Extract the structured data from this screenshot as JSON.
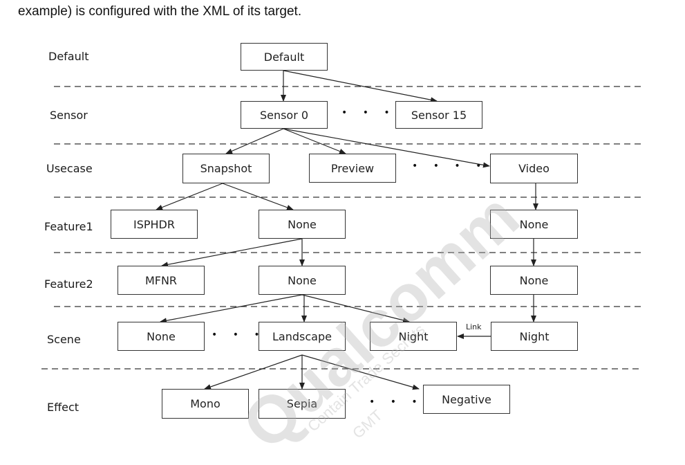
{
  "intro_text": "example) is configured with the XML of its target.",
  "levels": {
    "default": "Default",
    "sensor": "Sensor",
    "usecase": "Usecase",
    "feature1": "Feature1",
    "feature2": "Feature2",
    "scene": "Scene",
    "effect": "Effect"
  },
  "nodes": {
    "default": "Default",
    "sensor0": "Sensor 0",
    "sensor15": "Sensor 15",
    "snapshot": "Snapshot",
    "preview": "Preview",
    "video": "Video",
    "isphdr": "ISPHDR",
    "f1_none": "None",
    "f1_video_none": "None",
    "mfnr": "MFNR",
    "f2_none": "None",
    "f2_video_none": "None",
    "scene_none": "None",
    "landscape": "Landscape",
    "night": "Night",
    "video_night": "Night",
    "mono": "Mono",
    "sepia": "Sepia",
    "negative": "Negative"
  },
  "ellipsis": "• • • •",
  "link_label": "Link",
  "watermark": {
    "main": "Qualcomm",
    "line1": "Contain Trade Secrets",
    "line2": "GMT"
  }
}
